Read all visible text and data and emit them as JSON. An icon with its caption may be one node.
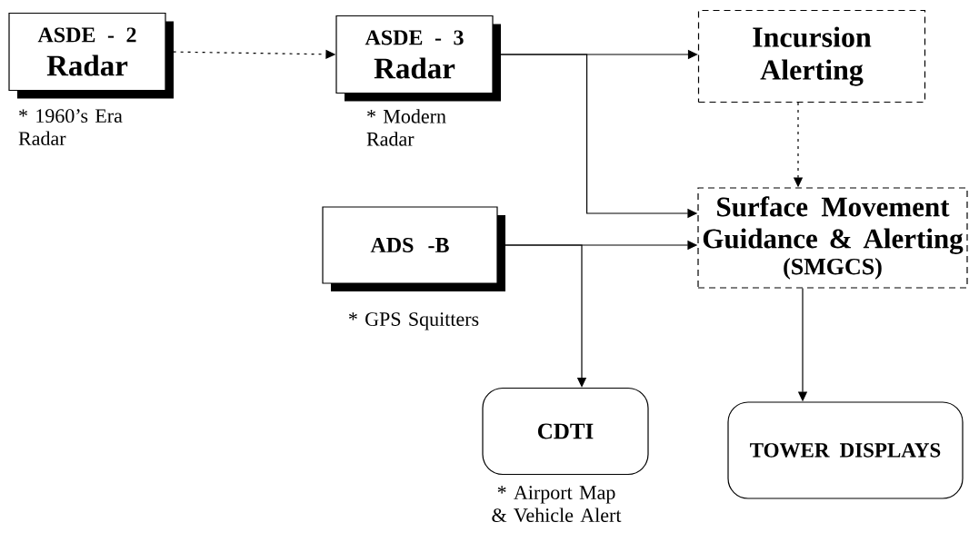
{
  "diagram": {
    "nodes": [
      {
        "text": [
          "ASDE - 2",
          "Radar"
        ],
        "beside": [
          "* 1960’s Era Radar"
        ]
      },
      {
        "text": [
          "ASDE - 3",
          "Radar"
        ],
        "beside": [
          "* Modern Radar"
        ]
      },
      {
        "text": [
          "Incursion Alerting"
        ]
      },
      {
        "text": [
          "ADS -B"
        ],
        "beside": [
          "* GPS Squitters"
        ]
      },
      {
        "text": [
          "Surface Movement Guidance & Alerting",
          "(SMGCS)"
        ]
      },
      {
        "text": [
          "CDTI"
        ],
        "beside": [
          "* Airport Map & Vehicle Alert"
        ]
      },
      {
        "text": [
          "TOWER DISPLAYS"
        ]
      }
    ],
    "edges": [
      {
        "from": 0,
        "to": 1,
        "arrow": "to",
        "style": "dashed"
      },
      {
        "from": 1,
        "to": 2,
        "arrow": "to"
      },
      {
        "from": 1,
        "to": 4,
        "arrow": "to"
      },
      {
        "from": 2,
        "to": 4,
        "arrow": "to",
        "style": "dashed"
      },
      {
        "from": 3,
        "to": 4,
        "arrow": "to"
      },
      {
        "from": 3,
        "to": 5,
        "arrow": "to"
      },
      {
        "from": 4,
        "to": 6,
        "arrow": "to"
      }
    ]
  }
}
